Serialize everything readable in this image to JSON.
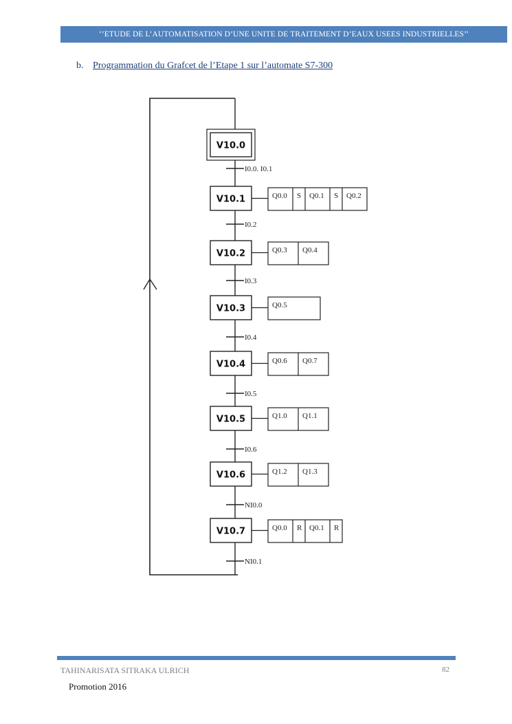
{
  "header": {
    "title": "‘’ETUDE DE L’AUTOMATISATION D’UNE UNITE DE TRAITEMENT D’EAUX USEES INDUSTRIELLES’’"
  },
  "section": {
    "marker": "b.",
    "title": "Programmation du  Grafcet de l’Etape 1 sur l’automate S7-300"
  },
  "grafcet": {
    "initial_step": "V10.0",
    "steps": [
      {
        "label": "V10.0",
        "initial": true,
        "actions": []
      },
      {
        "label": "V10.1",
        "actions": [
          "Q0.0",
          "S",
          "Q0.1",
          "S",
          "Q0.2"
        ]
      },
      {
        "label": "V10.2",
        "actions": [
          "Q0.3",
          "Q0.4"
        ]
      },
      {
        "label": "V10.3",
        "actions": [
          "Q0.5"
        ]
      },
      {
        "label": "V10.4",
        "actions": [
          "Q0.6",
          "Q0.7"
        ]
      },
      {
        "label": "V10.5",
        "actions": [
          "Q1.0",
          "Q1.1"
        ]
      },
      {
        "label": "V10.6",
        "actions": [
          "Q1.2",
          "Q1.3"
        ]
      },
      {
        "label": "V10.7",
        "actions": [
          "Q0.0",
          "R",
          "Q0.1",
          "R"
        ]
      }
    ],
    "transitions": [
      "I0.0. I0.1",
      "I0.2",
      "I0.3",
      "I0.4",
      "I0.5",
      "I0.6",
      "NI0.0",
      "NI0.1"
    ],
    "loop_arrow": "up-arrow"
  },
  "footer": {
    "author": "TAHINARISATA SITRAKA ULRICH",
    "page_number": "82",
    "promotion": "Promotion 2016"
  }
}
